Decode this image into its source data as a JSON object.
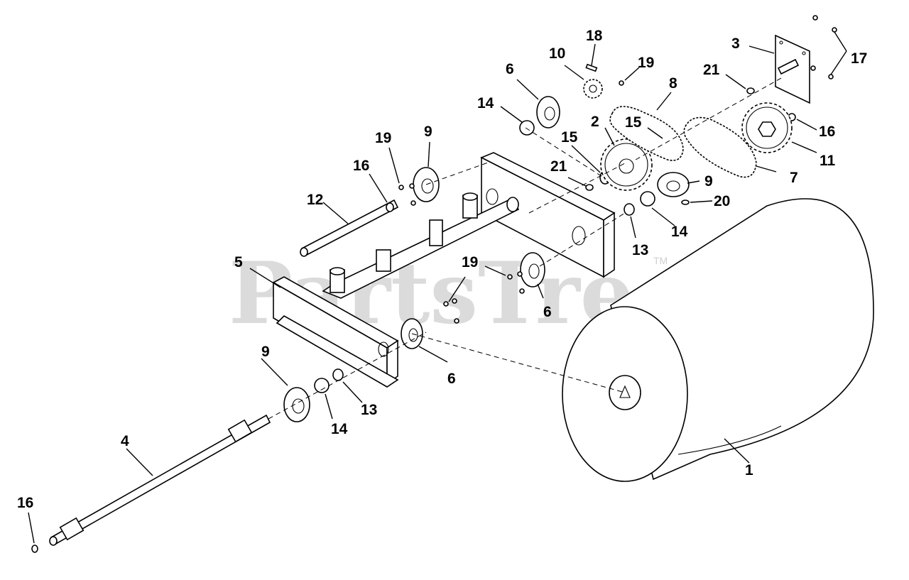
{
  "watermark": {
    "text": "PartsTree",
    "trademark": "TM"
  },
  "callouts": [
    {
      "id": "c1",
      "label": "1"
    },
    {
      "id": "c2",
      "label": "2"
    },
    {
      "id": "c3",
      "label": "3"
    },
    {
      "id": "c4",
      "label": "4"
    },
    {
      "id": "c5",
      "label": "5"
    },
    {
      "id": "c6a",
      "label": "6"
    },
    {
      "id": "c6b",
      "label": "6"
    },
    {
      "id": "c6c",
      "label": "6"
    },
    {
      "id": "c7",
      "label": "7"
    },
    {
      "id": "c8",
      "label": "8"
    },
    {
      "id": "c9a",
      "label": "9"
    },
    {
      "id": "c9b",
      "label": "9"
    },
    {
      "id": "c9c",
      "label": "9"
    },
    {
      "id": "c10",
      "label": "10"
    },
    {
      "id": "c11",
      "label": "11"
    },
    {
      "id": "c12",
      "label": "12"
    },
    {
      "id": "c13a",
      "label": "13"
    },
    {
      "id": "c13b",
      "label": "13"
    },
    {
      "id": "c14a",
      "label": "14"
    },
    {
      "id": "c14b",
      "label": "14"
    },
    {
      "id": "c14c",
      "label": "14"
    },
    {
      "id": "c15a",
      "label": "15"
    },
    {
      "id": "c15b",
      "label": "15"
    },
    {
      "id": "c16a",
      "label": "16"
    },
    {
      "id": "c16b",
      "label": "16"
    },
    {
      "id": "c16c",
      "label": "16"
    },
    {
      "id": "c17",
      "label": "17"
    },
    {
      "id": "c18",
      "label": "18"
    },
    {
      "id": "c19a",
      "label": "19"
    },
    {
      "id": "c19b",
      "label": "19"
    },
    {
      "id": "c19c",
      "label": "19"
    },
    {
      "id": "c20",
      "label": "20"
    },
    {
      "id": "c21a",
      "label": "21"
    },
    {
      "id": "c21b",
      "label": "21"
    }
  ]
}
